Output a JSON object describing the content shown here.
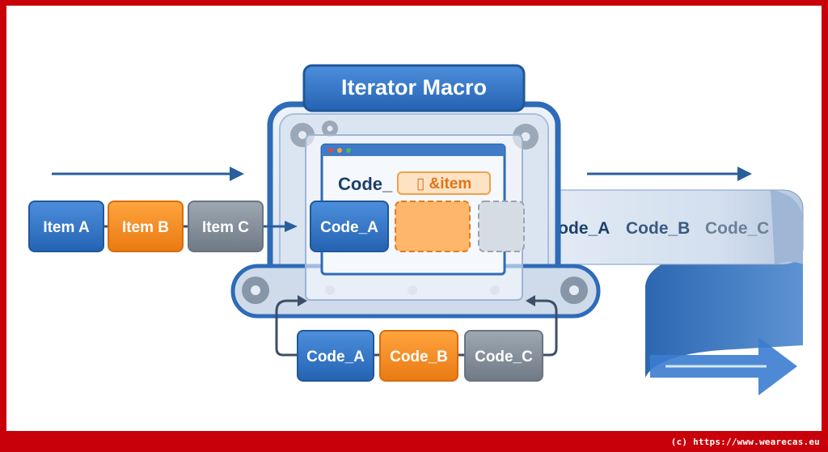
{
  "diagram": {
    "title": "Iterator Macro",
    "input_items": [
      "Item A",
      "Item B",
      "Item C"
    ],
    "inside_current": "Code_A",
    "template": {
      "prefix": "Code_",
      "placeholder": "▯ &item"
    },
    "output_ribbon": [
      "Code_A",
      "Code_B",
      "Code_C"
    ],
    "loop_items": [
      "Code_A",
      "Code_B",
      "Code_C"
    ]
  },
  "colors": {
    "blue": "#2f72c4",
    "orange": "#f28a1e",
    "gray": "#8a949f",
    "frame": "#2e6bb8",
    "dark_text": "#1d3f6b",
    "border": "#c8000a"
  },
  "footer": "(c) https://www.wearecas.eu"
}
